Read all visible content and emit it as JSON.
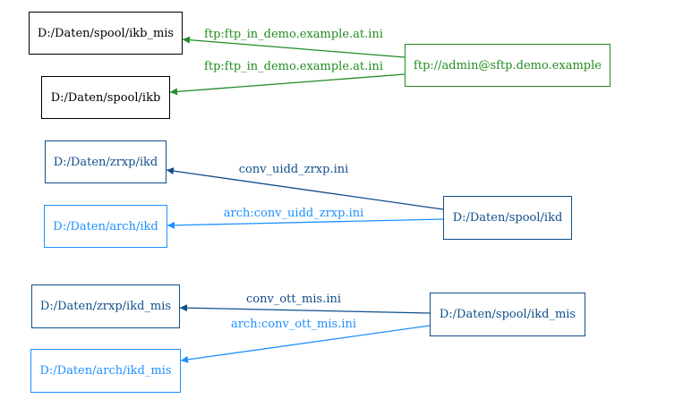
{
  "colors": {
    "black": "#000000",
    "green": "#228b22",
    "navy": "#104e8b",
    "blue": "#1e90ff"
  },
  "nodes": {
    "ikb_mis": {
      "label": "D:/Daten/spool/ikb_mis",
      "color": "#000000"
    },
    "ikb": {
      "label": "D:/Daten/spool/ikb",
      "color": "#000000"
    },
    "sftp": {
      "label": "ftp://admin@sftp.demo.example",
      "color": "#228b22"
    },
    "zrxp_ikd": {
      "label": "D:/Daten/zrxp/ikd",
      "color": "#104e8b"
    },
    "arch_ikd": {
      "label": "D:/Daten/arch/ikd",
      "color": "#1e90ff"
    },
    "spool_ikd": {
      "label": "D:/Daten/spool/ikd",
      "color": "#104e8b"
    },
    "zrxp_ikd_mis": {
      "label": "D:/Daten/zrxp/ikd_mis",
      "color": "#104e8b"
    },
    "spool_ikd_mis": {
      "label": "D:/Daten/spool/ikd_mis",
      "color": "#104e8b"
    },
    "arch_ikd_mis": {
      "label": "D:/Daten/arch/ikd_mis",
      "color": "#1e90ff"
    }
  },
  "edges": [
    {
      "from": "sftp",
      "to": "ikb_mis",
      "label": "ftp:ftp_in_demo.example.at.ini",
      "color": "#228b22"
    },
    {
      "from": "sftp",
      "to": "ikb",
      "label": "ftp:ftp_in_demo.example.at.ini",
      "color": "#228b22"
    },
    {
      "from": "spool_ikd",
      "to": "zrxp_ikd",
      "label": "conv_uidd_zrxp.ini",
      "color": "#104e8b"
    },
    {
      "from": "spool_ikd",
      "to": "arch_ikd",
      "label": "arch:conv_uidd_zrxp.ini",
      "color": "#1e90ff"
    },
    {
      "from": "spool_ikd_mis",
      "to": "zrxp_ikd_mis",
      "label": "conv_ott_mis.ini",
      "color": "#104e8b"
    },
    {
      "from": "spool_ikd_mis",
      "to": "arch_ikd_mis",
      "label": "arch:conv_ott_mis.ini",
      "color": "#1e90ff"
    }
  ]
}
